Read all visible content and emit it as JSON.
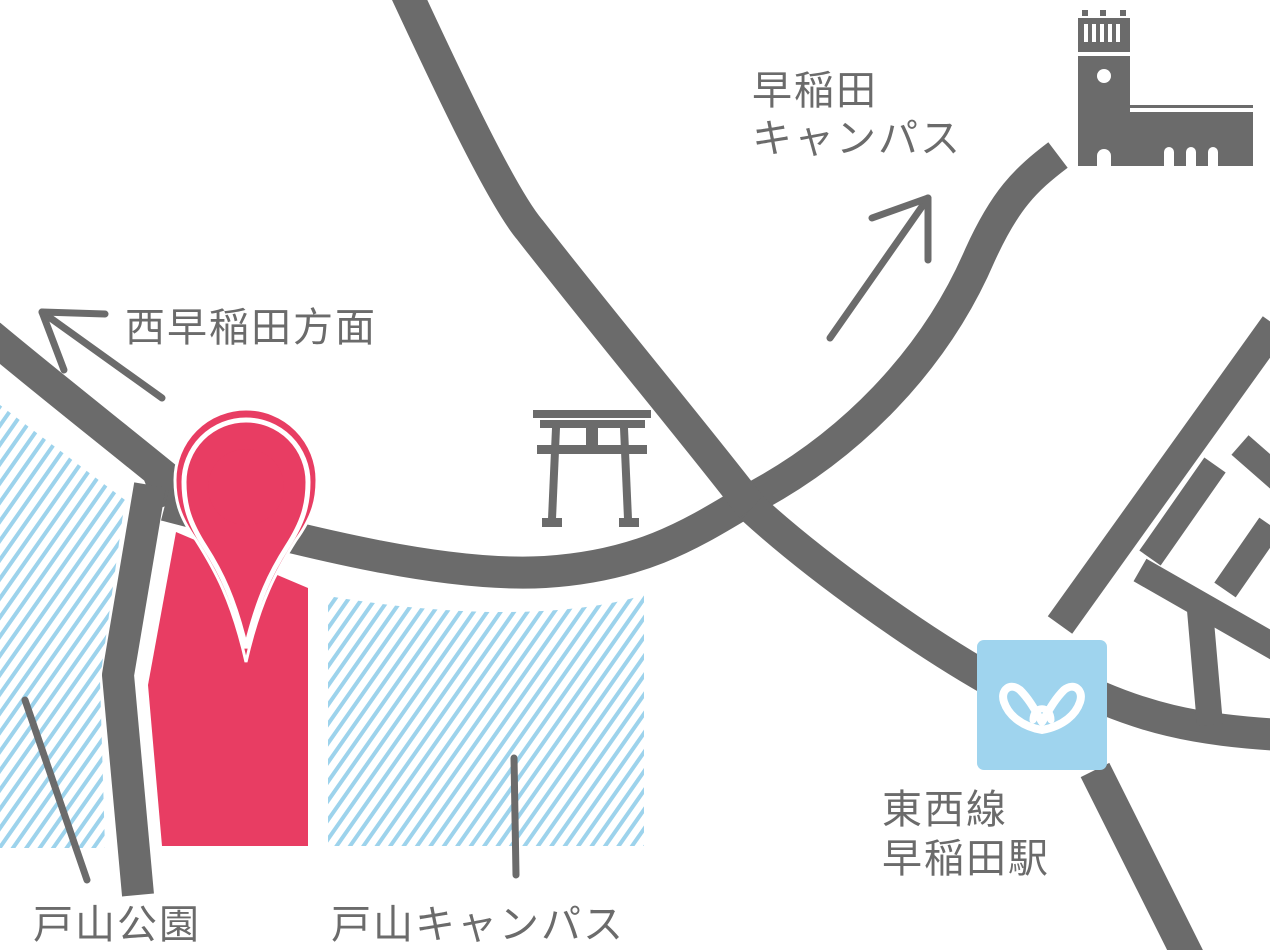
{
  "colors": {
    "road": "#6b6b6b",
    "park_hatch": "#9dd3ec",
    "destination": "#e83d63",
    "metro_badge": "#9fd4ee",
    "text": "#6b6b6b",
    "background": "#ffffff"
  },
  "labels": {
    "waseda_campus_line1": "早稲田",
    "waseda_campus_line2": "キャンパス",
    "nishi_waseda": "西早稲田方面",
    "toyama_park": "戸山公園",
    "toyama_campus": "戸山キャンパス",
    "station_line1": "東西線",
    "station_line2": "早稲田駅"
  },
  "icons": {
    "destination": "map-pin-icon",
    "shrine": "torii-gate-icon",
    "campus": "clock-tower-icon",
    "metro": "tokyo-metro-icon"
  }
}
